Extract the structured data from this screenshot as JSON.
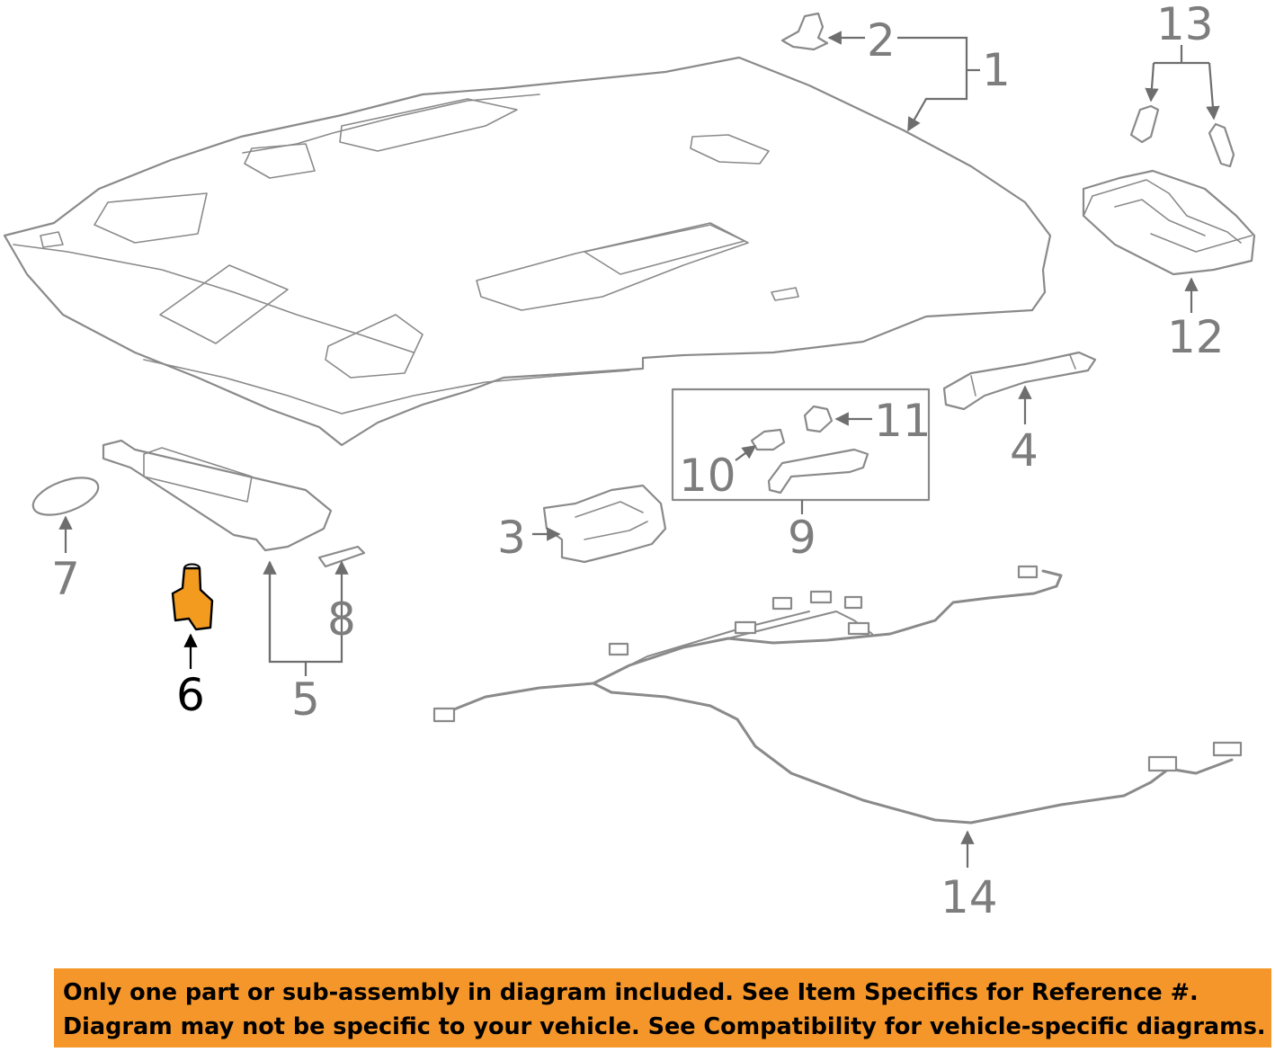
{
  "diagram": {
    "highlighted_part": "6",
    "highlight_color": "#f39b1f",
    "callouts": {
      "c1": "1",
      "c2": "2",
      "c3": "3",
      "c4": "4",
      "c5": "5",
      "c6": "6",
      "c7": "7",
      "c8": "8",
      "c9": "9",
      "c10": "10",
      "c11": "11",
      "c12": "12",
      "c13": "13",
      "c14": "14"
    }
  },
  "banner": {
    "background": "#f5962a",
    "line1": "Only one part or sub-assembly in diagram included. See Item Specifics for Reference #.",
    "line2": "Diagram may not be specific to your vehicle. See Compatibility for vehicle-specific diagrams."
  }
}
